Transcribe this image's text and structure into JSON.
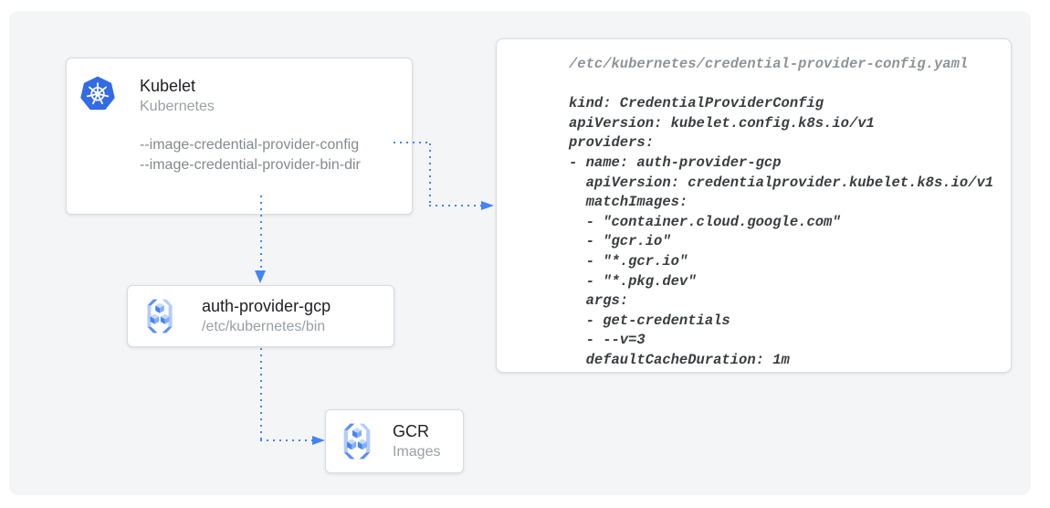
{
  "diagram": {
    "kubelet": {
      "title": "Kubelet",
      "subtitle": "Kubernetes",
      "flags": [
        "--image-credential-provider-config",
        "--image-credential-provider-bin-dir"
      ]
    },
    "auth_provider": {
      "title": "auth-provider-gcp",
      "subtitle": "/etc/kubernetes/bin"
    },
    "gcr": {
      "title": "GCR",
      "subtitle": "Images"
    }
  },
  "config_panel": {
    "file_path": "/etc/kubernetes/credential-provider-config.yaml",
    "lines": [
      "kind: CredentialProviderConfig",
      "apiVersion: kubelet.config.k8s.io/v1",
      "providers:",
      "- name: auth-provider-gcp",
      "  apiVersion: credentialprovider.kubelet.k8s.io/v1",
      "  matchImages:",
      "  - \"container.cloud.google.com\"",
      "  - \"gcr.io\"",
      "  - \"*.gcr.io\"",
      "  - \"*.pkg.dev\"",
      "  args:",
      "  - get-credentials",
      "  - --v=3",
      "  defaultCacheDuration: 1m"
    ]
  },
  "icons": {
    "kubelet": "kubernetes-icon",
    "auth_provider": "container-registry-icon",
    "gcr": "container-registry-icon"
  },
  "colors": {
    "arrow_blue": "#4285f4",
    "kubernetes_blue": "#326ce5",
    "icon_blue_medium": "#5e8ff3",
    "icon_blue_light": "#b4ccfa",
    "canvas_background": "#f4f5f6",
    "card_background": "#ffffff",
    "card_border": "#d9dce0",
    "title_text": "#202124",
    "muted_text": "#9aa0a6",
    "code_text": "#3a3d40",
    "code_header_text": "#8f9398"
  }
}
